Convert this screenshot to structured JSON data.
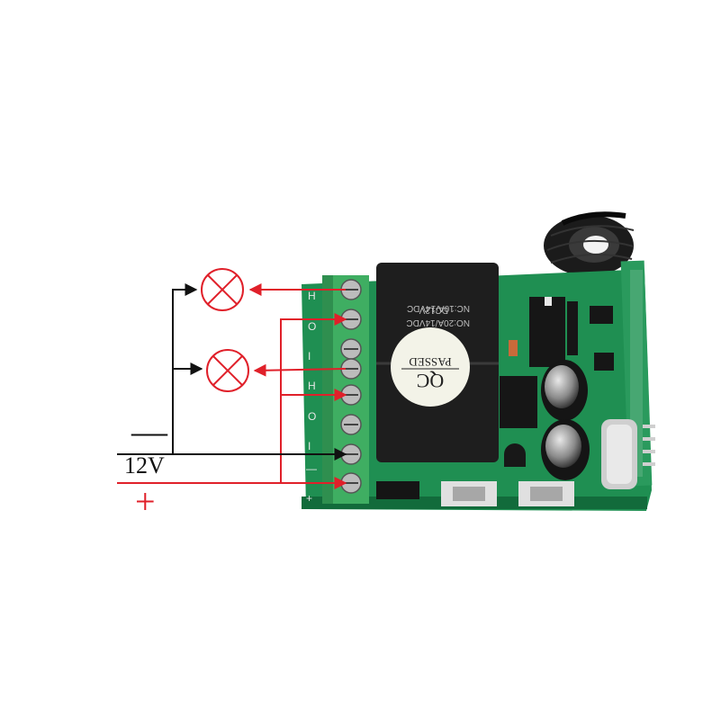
{
  "supply": {
    "voltage_label": "12V",
    "negative_symbol": "—",
    "positive_symbol": "+"
  },
  "board": {
    "terminal_marks": [
      "H",
      "O",
      "I",
      "H",
      "O",
      "I",
      "—",
      "+"
    ],
    "qc_sticker": {
      "top": "PASSED",
      "bottom": "QC"
    },
    "relay_labels": [
      "DC12V",
      "NC:10A/14VDC",
      "NO:20A/14VDC"
    ]
  },
  "colors": {
    "positive_wire": "#e0202a",
    "negative_wire": "#111111",
    "pcb": "#1f8f52",
    "terminal_block": "#3fae62",
    "relay": "#1e1e1e"
  },
  "icons": [
    "lamp-icon",
    "lamp-icon",
    "antenna-coil-icon",
    "capacitor-icon",
    "capacitor-icon",
    "crystal-icon"
  ]
}
